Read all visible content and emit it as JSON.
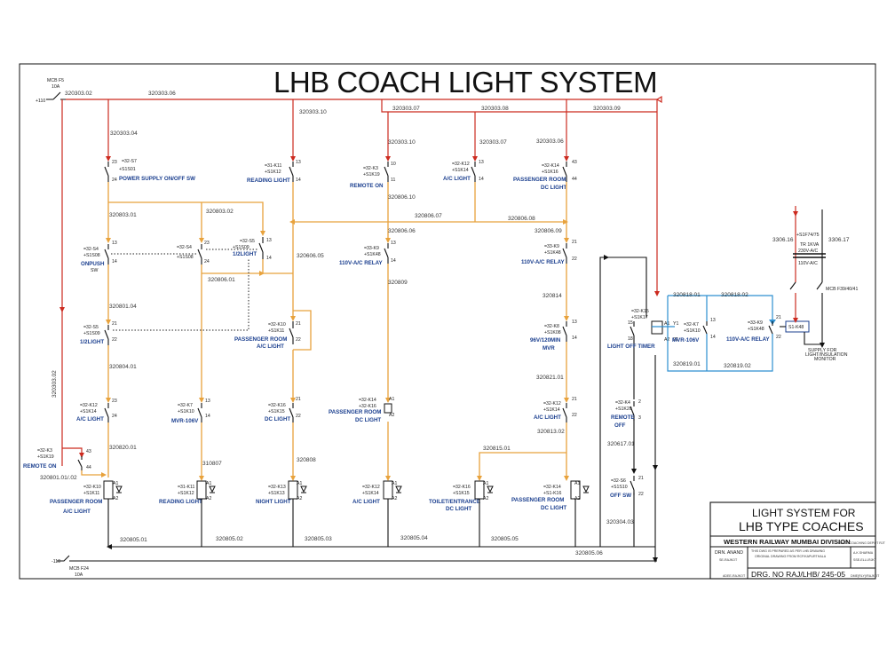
{
  "title": "LHB COACH LIGHT SYSTEM",
  "mcb_top": {
    "name": "MCB F5",
    "rating": "10A",
    "supply": "+110"
  },
  "mcb_bottom": {
    "name": "MCB F24",
    "rating": "10A",
    "supply": "-110"
  },
  "wire_numbers": {
    "w320303_02": "320303.02",
    "w320303_06": "320303.06",
    "w320303_10": "320303.10",
    "w320303_07": "320303.07",
    "w320303_08": "320303.08",
    "w320303_09": "320303.09",
    "w320303_04": "320303.04",
    "w320303_10b": "320303.10",
    "w320303_07b": "320303.07",
    "w320303_06b": "320303.06",
    "w320806_10": "320806.10",
    "w320806_07": "320806.07",
    "w320806_08": "320806.08",
    "w320803_01": "320803.01",
    "w320803_02": "320803.02",
    "w320806_06": "320806.06",
    "w320806_09": "320806.09",
    "w320606_05": "320606.05",
    "w320806_01": "320806.01",
    "w320809": "320809",
    "w320814": "320814",
    "w320801_04": "320801.04",
    "w320804_01": "320804.01",
    "w320821_01": "320821.01",
    "w320813_02": "320813.02",
    "w320820_01": "320820.01",
    "w320815_01": "320815.01",
    "w320807": "310807",
    "w320808": "320808",
    "w320801_01": "320801.01/.02",
    "w320805_01": "320805.01",
    "w320805_02": "320805.02",
    "w320805_03": "320805.03",
    "w320805_04": "320805.04",
    "w320805_05": "320805.05",
    "w320805_06": "320805.06",
    "w320303_02v": "320303.02",
    "w320617_01": "320617.01",
    "w320304_03": "320304.03",
    "w320818_01": "320818.01",
    "w320818_02": "320818.02",
    "w320819_01": "320819.01",
    "w320819_02": "320819.02",
    "w3306_16": "3306.16",
    "w3306_17": "3306.17"
  },
  "switches": {
    "power_supply": {
      "ref1": "=32-S7",
      "ref2": "+S1S01",
      "t1": "23",
      "t2": "24",
      "label": "POWER SUPPLY ON/OFF SW"
    },
    "reading_light": {
      "ref1": "=31-K11",
      "ref2": "+S1K12",
      "t1": "13",
      "t2": "14",
      "label": "READING LIGHT"
    },
    "remote_on": {
      "ref1": "=32-K3",
      "ref2": "+S1K19",
      "t1": "10",
      "t2": "11",
      "label": "REMOTE ON"
    },
    "ac_light": {
      "ref1": "=32-K12",
      "ref2": "+S1K14",
      "t1": "13",
      "t2": "14",
      "label": "A/C LIGHT"
    },
    "passenger_dc": {
      "ref1": "=32-K14",
      "ref2": "+S1K16",
      "t1": "43",
      "t2": "44",
      "label1": "PASSENGER ROOM",
      "label2": "DC LIGHT"
    },
    "onpush": {
      "ref1": "=32-S4",
      "ref2": "+S1S08",
      "t1": "13",
      "t2": "14",
      "label1": "ONPUSH",
      "label2": "SW"
    },
    "s4b": {
      "ref1": "=32-S4",
      "ref2": "+S1S08",
      "t1": "23",
      "t2": "24"
    },
    "half_light_a": {
      "ref1": "=32-S5",
      "ref2": "+S1S09",
      "t1": "13",
      "t2": "14",
      "label": "1/2LIGHT"
    },
    "relay_110_a": {
      "ref1": "=33-K9",
      "ref2": "+S1K48",
      "t1": "13",
      "t2": "14",
      "label": "110V-A/C RELAY"
    },
    "relay_110_b": {
      "ref1": "=33-K9",
      "ref2": "+S1K48",
      "t1": "21",
      "t2": "22",
      "label": "110V-A/C RELAY"
    },
    "half_light_b": {
      "ref1": "=32-S5",
      "ref2": "+S1S09",
      "t1": "21",
      "t2": "22",
      "label": "1/2LIGHT"
    },
    "passenger_ac": {
      "ref1": "=32-K10",
      "ref2": "+S1K11",
      "t1": "21",
      "t2": "22",
      "label1": "PASSENGER ROOM",
      "label2": "A/C LIGHT"
    },
    "mvr_96": {
      "ref1": "=32-K8",
      "ref2": "+S1K08",
      "t1": "13",
      "t2": "14",
      "label1": "96V/120MIN",
      "label2": "MVR"
    },
    "ac_light_2": {
      "ref1": "=32-K12",
      "ref2": "+S1K14",
      "t1": "23",
      "t2": "24",
      "label": "A/C LIGHT"
    },
    "mvr_106": {
      "ref1": "=32-K7",
      "ref2": "+S1K10",
      "t1": "13",
      "t2": "14",
      "label": "MVR-106V"
    },
    "dc_light": {
      "ref1": "=32-K16",
      "ref2": "+S1K15",
      "t1": "21",
      "t2": "22",
      "label": "DC LIGHT"
    },
    "passenger_dc_2": {
      "ref1": "=32-K14",
      "ref2": "+32-K16",
      "t1": "A1",
      "t2": "A2",
      "label1": "PASSENGER ROOM",
      "label2": "DC LIGHT"
    },
    "ac_light_3": {
      "ref1": "=32-K12",
      "ref2": "+S1K14",
      "t1": "21",
      "t2": "22",
      "label": "A/C LIGHT"
    },
    "remote_on_2": {
      "ref1": "=32-K3",
      "ref2": "+S1K19",
      "t1": "43",
      "t2": "44",
      "label": "REMOTE ON"
    },
    "remote_off": {
      "ref1": "=32-K4",
      "ref2": "+S1K20",
      "t1": "2",
      "t2": "3",
      "label1": "REMOTE",
      "label2": "OFF"
    },
    "off_sw": {
      "ref1": "=32-S6",
      "ref2": "+S1S10",
      "t1": "21",
      "t2": "22",
      "label": "OFF SW"
    },
    "light_off_timer": {
      "ref1": "=32-K15",
      "ref2": "+S1K17",
      "t1": "15",
      "t2": "18",
      "label": "LIGHT OFF TIMER"
    },
    "mvr_106_b": {
      "ref1": "=32-K7",
      "ref2": "+S1K10",
      "t1": "13",
      "t2": "14",
      "label": "MVR-106V"
    },
    "relay_110_c": {
      "ref1": "=33-K9",
      "ref2": "+S1K48",
      "t1": "21",
      "t2": "22",
      "label": "110V-A/C RELAY"
    }
  },
  "coils": [
    {
      "ref1": "=32-K10",
      "ref2": "+S1K11",
      "label1": "PASSENGER ROOM",
      "label2": "A/C LIGHT"
    },
    {
      "ref1": "=31-K11",
      "ref2": "+S1K12",
      "label1": "READING LIGHT",
      "label2": ""
    },
    {
      "ref1": "=32-K13",
      "ref2": "+S1K13",
      "label1": "NIGHT LIGHT",
      "label2": ""
    },
    {
      "ref1": "=32-K12",
      "ref2": "+S1K14",
      "label1": "A/C LIGHT",
      "label2": ""
    },
    {
      "ref1": "=32-K16",
      "ref2": "+S1K15",
      "label1": "TOILET/ENTRANCE",
      "label2": "DC LIGHT"
    },
    {
      "ref1": "=32-K14",
      "ref2": "+S1-K16",
      "label1": "PASSENGER ROOM",
      "label2": "DC LIGHT"
    }
  ],
  "coil_terms": {
    "a1": "A1",
    "a2": "A2",
    "y1": "Y1"
  },
  "relay_k48": "S1-K48",
  "transformer": {
    "fuse": "+S1F74/75",
    "name": "TR 1KVA",
    "ratio": "230V-A/C",
    "out": "110V-A/C"
  },
  "mcb_side": "MCB F39/40/41",
  "supply_monitor": {
    "l1": "SUPPLY FOR",
    "l2": "LIGHT/INSULATION",
    "l3": "MONITOR"
  },
  "title_block": {
    "line1": "LIGHT SYSTEM FOR",
    "line2": "LHB TYPE COACHES",
    "railway": "WESTERN RAILWAY MUMBAI DIVISION",
    "railway_note": "ELECT COACHING DEPOT RJT",
    "drawn": "DRN. ANAND",
    "drawn_sub": "SE-RAJKOT",
    "approved": "SSE-RAJKOT",
    "note1": "THIS DWG IS PREPARED AS PER LHB DRAWING",
    "note2": "ORIGINAL DRAWING FROM RCF/KAPURTHALA",
    "checked": "A.K.SHARMA",
    "checked_sub": "SSE-ELLI-RJKT",
    "drg_no": "DRG. NO RAJ/LHB/ 245-05",
    "sign1": "ADEE-RAJKOT",
    "sign2": "DME(RLY)/RAJKOT"
  }
}
